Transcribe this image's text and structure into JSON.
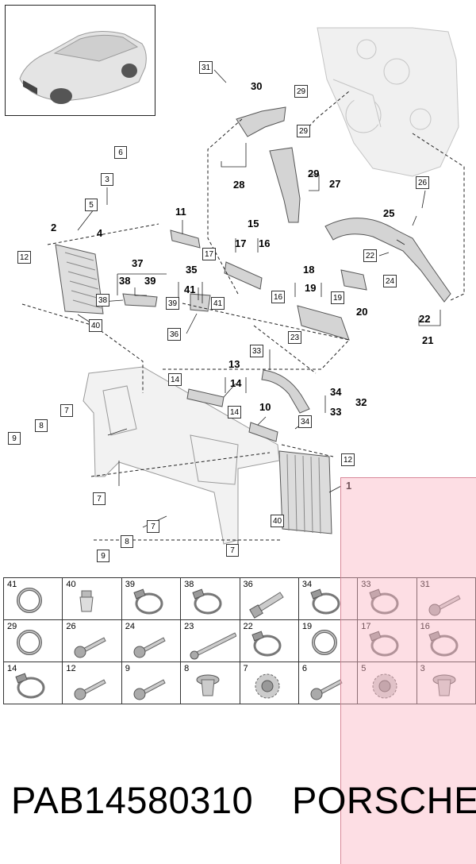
{
  "diagram": {
    "callouts": [
      "30",
      "28",
      "27",
      "29",
      "21",
      "25",
      "20",
      "19",
      "18",
      "22",
      "17",
      "16",
      "15",
      "11",
      "2",
      "4",
      "37",
      "38",
      "39",
      "35",
      "41",
      "13",
      "14",
      "10",
      "32",
      "34",
      "33",
      "1"
    ],
    "box_labels": [
      "31",
      "29",
      "29",
      "26",
      "12",
      "6",
      "3",
      "5",
      "17",
      "22",
      "24",
      "16",
      "19",
      "38",
      "39",
      "41",
      "40",
      "36",
      "23",
      "33",
      "14",
      "14",
      "34",
      "12",
      "7",
      "8",
      "9",
      "7",
      "40",
      "7",
      "8",
      "9",
      "7"
    ]
  },
  "parts_table": {
    "rows": [
      [
        {
          "num": "41",
          "icon": "ring-seal-icon"
        },
        {
          "num": "40",
          "icon": "clip-icon"
        },
        {
          "num": "39",
          "icon": "hose-clamp-icon"
        },
        {
          "num": "38",
          "icon": "hose-clamp-icon"
        },
        {
          "num": "36",
          "icon": "bolt-icon"
        },
        {
          "num": "34",
          "icon": "hose-clamp-icon"
        },
        {
          "num": "33",
          "icon": "hose-clamp-icon"
        },
        {
          "num": "31",
          "icon": "screw-icon"
        }
      ],
      [
        {
          "num": "29",
          "icon": "ring-seal-icon"
        },
        {
          "num": "26",
          "icon": "screw-icon"
        },
        {
          "num": "24",
          "icon": "screw-icon"
        },
        {
          "num": "23",
          "icon": "long-bolt-icon"
        },
        {
          "num": "22",
          "icon": "hose-clamp-icon"
        },
        {
          "num": "19",
          "icon": "ring-seal-icon"
        },
        {
          "num": "17",
          "icon": "hose-clamp-icon"
        },
        {
          "num": "16",
          "icon": "hose-clamp-icon"
        }
      ],
      [
        {
          "num": "14",
          "icon": "hose-clamp-icon"
        },
        {
          "num": "12",
          "icon": "screw-icon"
        },
        {
          "num": "9",
          "icon": "screw-icon"
        },
        {
          "num": "8",
          "icon": "grommet-icon"
        },
        {
          "num": "7",
          "icon": "gear-nut-icon"
        },
        {
          "num": "6",
          "icon": "screw-icon"
        },
        {
          "num": "5",
          "icon": "gear-nut-icon"
        },
        {
          "num": "3",
          "icon": "grommet-icon"
        }
      ]
    ]
  },
  "footer": {
    "part_code": "PAB14580310",
    "brand": "PORSCHE"
  },
  "colors": {
    "highlight": "#fab6c4",
    "line": "#333333",
    "part_fill": "#d8d8d8"
  }
}
